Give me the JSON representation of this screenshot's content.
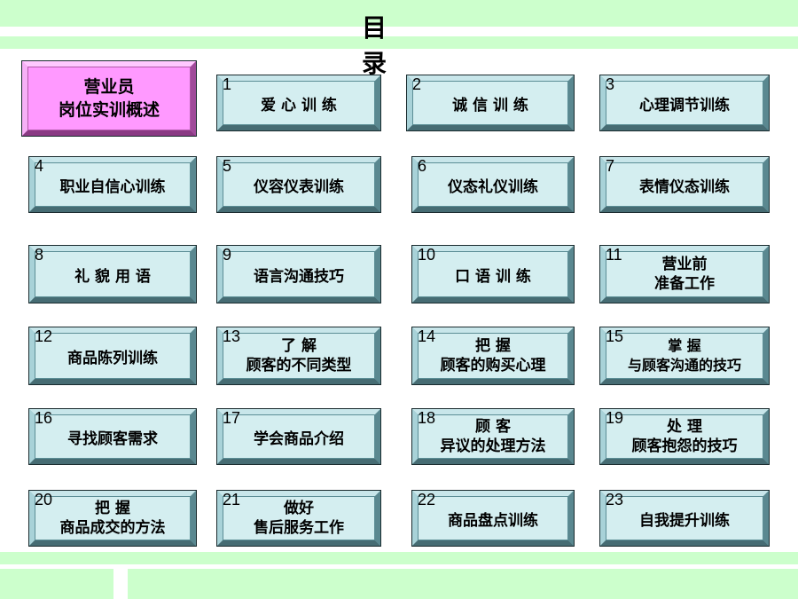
{
  "title": "目 录",
  "overview": {
    "line1": "营业员",
    "line2": "岗位实训概述"
  },
  "items": [
    {
      "num": "1",
      "line1": "爱 心 训 练",
      "line2": ""
    },
    {
      "num": "2",
      "line1": "诚 信 训 练",
      "line2": ""
    },
    {
      "num": "3",
      "line1": "心理调节训练",
      "line2": ""
    },
    {
      "num": "4",
      "line1": "职业自信心训练",
      "line2": ""
    },
    {
      "num": "5",
      "line1": "仪容仪表训练",
      "line2": ""
    },
    {
      "num": "6",
      "line1": "仪态礼仪训练",
      "line2": ""
    },
    {
      "num": "7",
      "line1": "表情仪态训练",
      "line2": ""
    },
    {
      "num": "8",
      "line1": "礼 貌 用 语",
      "line2": ""
    },
    {
      "num": "9",
      "line1": "语言沟通技巧",
      "line2": ""
    },
    {
      "num": "10",
      "line1": "口 语 训 练",
      "line2": ""
    },
    {
      "num": "11",
      "line1": "营业前",
      "line2": "准备工作"
    },
    {
      "num": "12",
      "line1": "商品陈列训练",
      "line2": ""
    },
    {
      "num": "13",
      "line1": "了 解",
      "line2": "顾客的不同类型"
    },
    {
      "num": "14",
      "line1": "把 握",
      "line2": "顾客的购买心理"
    },
    {
      "num": "15",
      "line1": "掌 握",
      "line2": "与顾客沟通的技巧"
    },
    {
      "num": "16",
      "line1": "寻找顾客需求",
      "line2": ""
    },
    {
      "num": "17",
      "line1": "学会商品介绍",
      "line2": ""
    },
    {
      "num": "18",
      "line1": "顾 客",
      "line2": "异议的处理方法"
    },
    {
      "num": "19",
      "line1": "处 理",
      "line2": "顾客抱怨的技巧"
    },
    {
      "num": "20",
      "line1": "把 握",
      "line2": "商品成交的方法"
    },
    {
      "num": "21",
      "line1": "做好",
      "line2": "售后服务工作"
    },
    {
      "num": "22",
      "line1": "商品盘点训练",
      "line2": ""
    },
    {
      "num": "23",
      "line1": "自我提升训练",
      "line2": ""
    }
  ],
  "colors": {
    "band": "#ccffcc",
    "tile_face": "#d4eef0",
    "tile_frame": "#7ab0b8",
    "overview_face": "#ff99ff"
  }
}
